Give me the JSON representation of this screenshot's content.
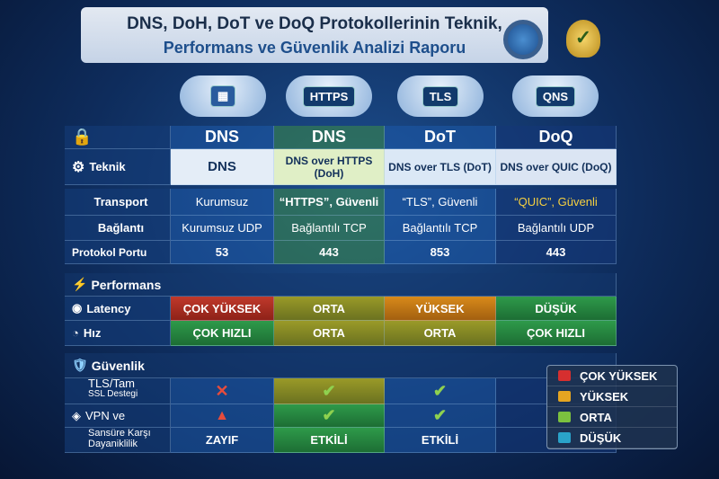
{
  "title": {
    "line1": "DNS, DoH, DoT ve DoQ Protokollerinin Teknik,",
    "line2": "Performans ve Güvenlik Analizi Raporu"
  },
  "clouds": [
    "HTTPS",
    "TLS",
    "QNS"
  ],
  "columns": [
    "DNS",
    "DNS",
    "DoT",
    "DoQ"
  ],
  "teknik": {
    "label": "Teknik",
    "values": [
      "DNS",
      "DNS over HTTPS (DoH)",
      "DNS over TLS (DoT)",
      "DNS over QUIC (DoQ)"
    ]
  },
  "transport": {
    "label": "Transport",
    "values": [
      "Kurumsuz",
      "“HTTPS”, Güvenli",
      "“TLS”, Güvenli",
      "“QUIC”, Güvenli"
    ]
  },
  "baglanti": {
    "label": "Bağlantı",
    "values": [
      "Kurumsuz UDP",
      "Bağlantılı TCP",
      "Bağlantılı TCP",
      "Bağlantılı UDP"
    ]
  },
  "port": {
    "label": "Protokol Portu",
    "values": [
      "53",
      "443",
      "853",
      "443"
    ]
  },
  "performans": {
    "label": "Performans"
  },
  "latency": {
    "label": "Latency",
    "values": [
      "ÇOK YÜKSEK",
      "ORTA",
      "YÜKSEK",
      "DÜŞÜK"
    ]
  },
  "hiz": {
    "label": "Hız",
    "values": [
      "ÇOK HIZLI",
      "ORTA",
      "ORTA",
      "ÇOK HIZLI"
    ]
  },
  "guvenlik": {
    "label": "Güvenlik"
  },
  "tls": {
    "label": "TLS/Tam",
    "sublabel": "SSL Destegi",
    "values": [
      "cross",
      "check",
      "check",
      ""
    ]
  },
  "vpn": {
    "label": "VPN ve",
    "values": [
      "warning",
      "check",
      "check",
      ""
    ]
  },
  "sansur": {
    "label": "Sansüre Karşı",
    "sublabel": "Dayaniklilik",
    "values": [
      "ZAYIF",
      "ETKİLİ",
      "ETKİLİ",
      ""
    ]
  },
  "legend": [
    {
      "label": "ÇOK YÜKSEK",
      "color": "#d62f2f"
    },
    {
      "label": "YÜKSEK",
      "color": "#e5a521"
    },
    {
      "label": "ORTA",
      "color": "#7cc13f"
    },
    {
      "label": "DÜŞÜK",
      "color": "#2aa3c9"
    }
  ]
}
